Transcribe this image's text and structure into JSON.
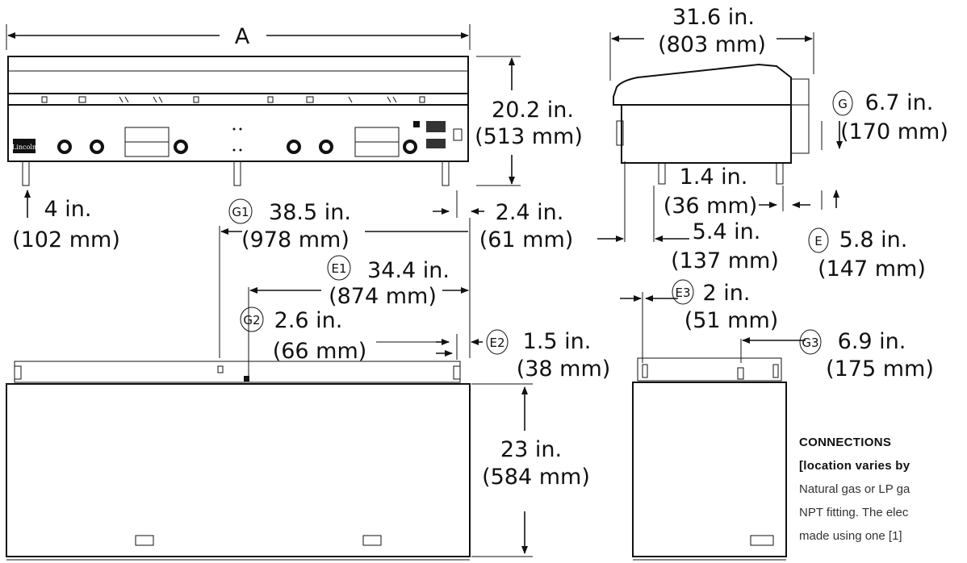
{
  "front_view": {
    "width_label": "A",
    "height_in": "20.2 in.",
    "height_mm": "(513 mm)",
    "leg_in": "4 in.",
    "leg_mm": "(102 mm)",
    "logo_text": "Lincoln"
  },
  "side_view": {
    "depth_in": "31.6 in.",
    "depth_mm": "(803 mm)",
    "g_tag": "G",
    "g_in": "6.7 in.",
    "g_mm": "(170 mm)",
    "e_tag": "E",
    "e_in": "5.8 in.",
    "e_mm": "(147 mm)",
    "leg_offset_in": "1.4 in.",
    "leg_offset_mm": "(36 mm)",
    "front_offset_in": "5.4 in.",
    "front_offset_mm": "(137 mm)"
  },
  "plan_view": {
    "g1_tag": "G1",
    "g1_in": "38.5 in.",
    "g1_mm": "(978 mm)",
    "right_in": "2.4 in.",
    "right_mm": "(61 mm)",
    "e1_tag": "E1",
    "e1_in": "34.4 in.",
    "e1_mm": "(874 mm)",
    "g2_tag": "G2",
    "g2_in": "2.6 in.",
    "g2_mm": "(66 mm)",
    "e2_tag": "E2",
    "e2_in": "1.5 in.",
    "e2_mm": "(38 mm)",
    "depth_in": "23 in.",
    "depth_mm": "(584 mm)"
  },
  "small_plan": {
    "e3_tag": "E3",
    "e3_in": "2 in.",
    "e3_mm": "(51 mm)",
    "g3_tag": "G3",
    "g3_in": "6.9 in.",
    "g3_mm": "(175 mm)"
  },
  "notes": {
    "heading": "CONNECTIONS",
    "subheading": "[location varies by",
    "line1": "Natural gas or LP ga",
    "line2": "NPT fitting. The elec",
    "line3": "made using one [1]"
  }
}
